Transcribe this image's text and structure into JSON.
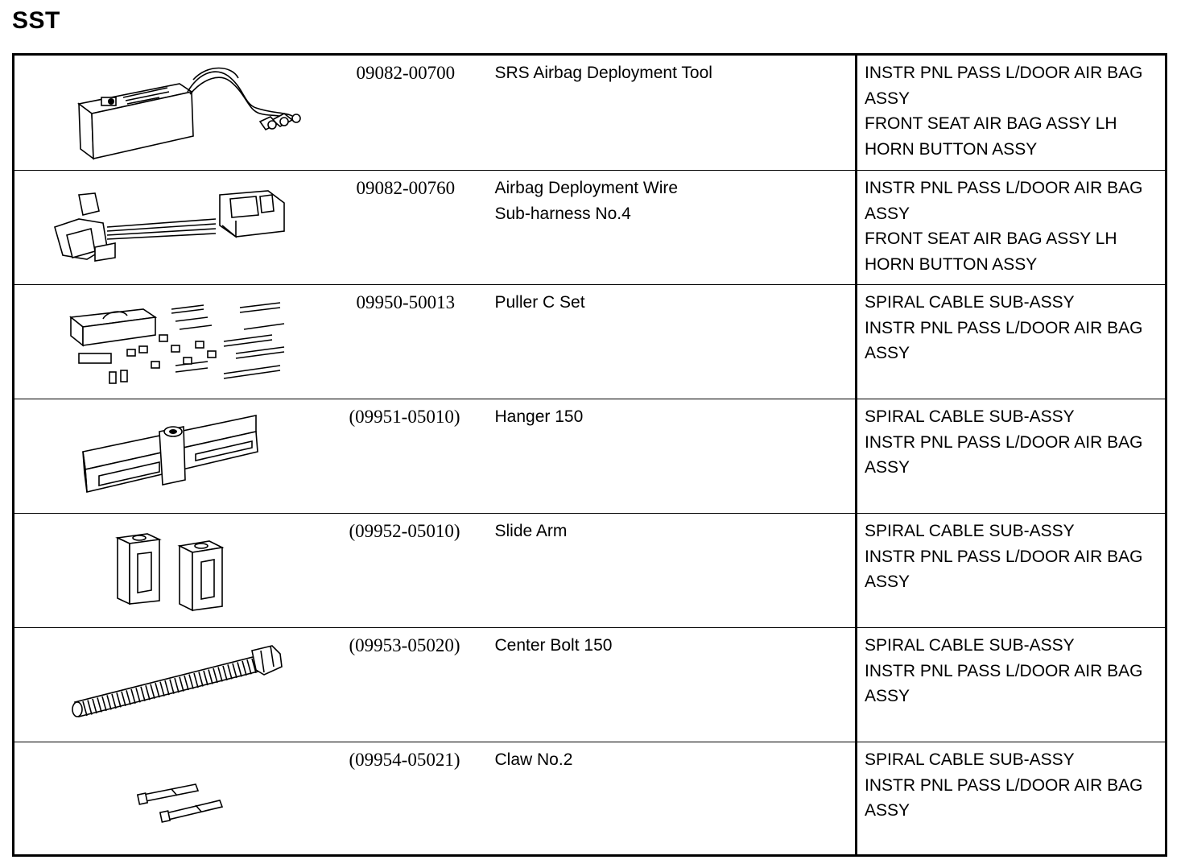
{
  "heading": "SST",
  "rows": [
    {
      "icon": "deployment-tool-illustration",
      "part_no": "09082-00700",
      "name_lines": [
        "SRS Airbag Deployment Tool"
      ],
      "use_lines": [
        "INSTR PNL PASS L/DOOR AIR BAG",
        "ASSY",
        "FRONT SEAT AIR BAG ASSY LH",
        "HORN BUTTON ASSY"
      ]
    },
    {
      "icon": "wire-subharness-illustration",
      "part_no": "09082-00760",
      "name_lines": [
        "Airbag Deployment Wire",
        "Sub-harness No.4"
      ],
      "use_lines": [
        "INSTR PNL PASS L/DOOR AIR BAG",
        "ASSY",
        "FRONT SEAT AIR BAG ASSY LH",
        "HORN BUTTON ASSY"
      ]
    },
    {
      "icon": "puller-set-illustration",
      "part_no": "09950-50013",
      "name_lines": [
        "Puller C Set"
      ],
      "use_lines": [
        "SPIRAL CABLE SUB-ASSY",
        "INSTR PNL PASS L/DOOR AIR BAG",
        "ASSY"
      ]
    },
    {
      "icon": "hanger-illustration",
      "part_no": "(09951-05010)",
      "name_lines": [
        "Hanger 150"
      ],
      "use_lines": [
        "SPIRAL CABLE SUB-ASSY",
        "INSTR PNL PASS L/DOOR AIR BAG",
        "ASSY"
      ]
    },
    {
      "icon": "slide-arm-illustration",
      "part_no": "(09952-05010)",
      "name_lines": [
        "Slide Arm"
      ],
      "use_lines": [
        "SPIRAL CABLE SUB-ASSY",
        "INSTR PNL PASS L/DOOR AIR BAG",
        "ASSY"
      ]
    },
    {
      "icon": "center-bolt-illustration",
      "part_no": "(09953-05020)",
      "name_lines": [
        "Center Bolt 150"
      ],
      "use_lines": [
        "SPIRAL CABLE SUB-ASSY",
        "INSTR PNL PASS L/DOOR AIR BAG",
        "ASSY"
      ]
    },
    {
      "icon": "claw-illustration",
      "part_no": "(09954-05021)",
      "name_lines": [
        "Claw No.2"
      ],
      "use_lines": [
        "SPIRAL CABLE SUB-ASSY",
        "INSTR PNL PASS L/DOOR AIR BAG",
        "ASSY"
      ]
    }
  ]
}
